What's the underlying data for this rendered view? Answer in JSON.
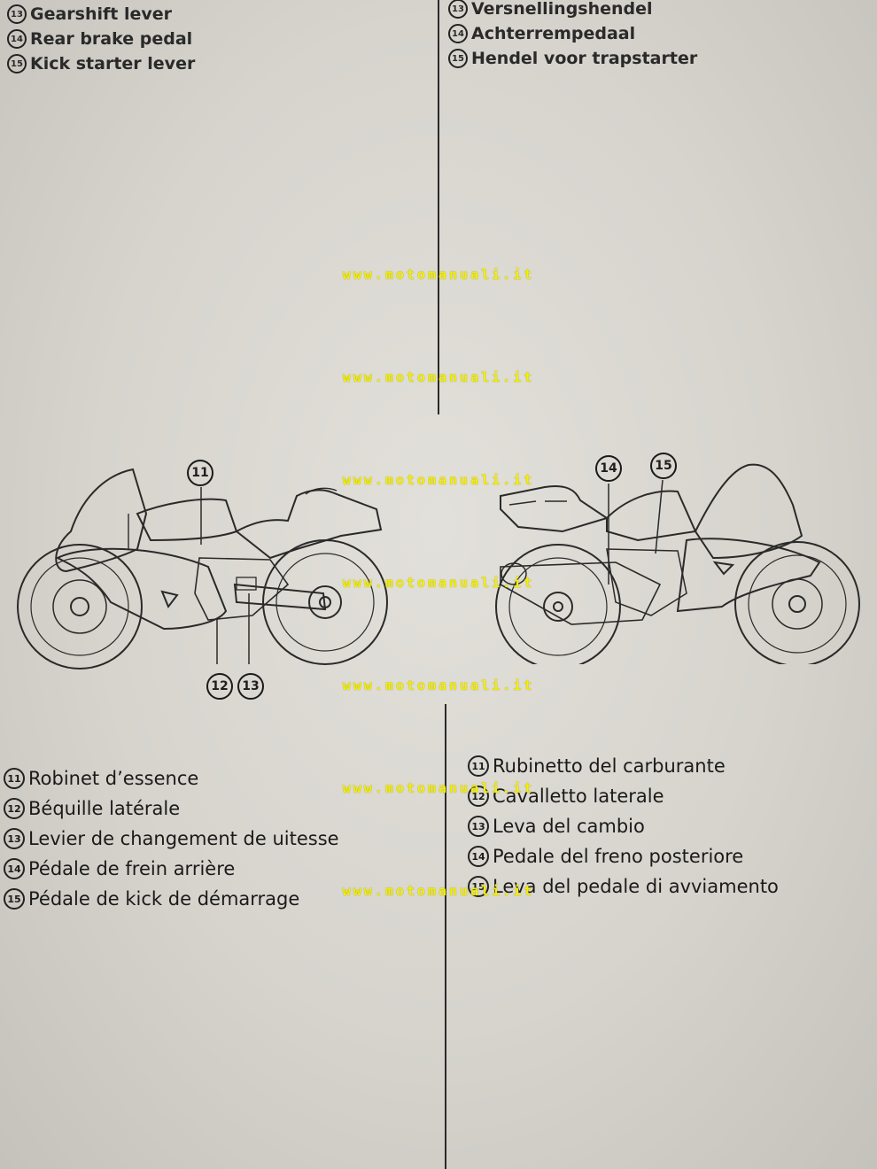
{
  "top_left_items": [
    {
      "number": "13",
      "label": "Gearshift lever"
    },
    {
      "number": "14",
      "label": "Rear brake pedal"
    },
    {
      "number": "15",
      "label": "Kick starter lever"
    }
  ],
  "top_right_items": [
    {
      "number": "13",
      "label": "Versnellingshendel"
    },
    {
      "number": "14",
      "label": "Achterrempedaal"
    },
    {
      "number": "15",
      "label": "Hendel voor trapstarter"
    }
  ],
  "bottom_left_items": [
    {
      "number": "11",
      "label": "Robinet d’essence"
    },
    {
      "number": "12",
      "label": "Béquille latérale"
    },
    {
      "number": "13",
      "label": "Levier de changement de uitesse"
    },
    {
      "number": "14",
      "label": "Pédale de frein arrière"
    },
    {
      "number": "15",
      "label": "Pédale de kick de démarrage"
    }
  ],
  "bottom_right_items": [
    {
      "number": "11",
      "label": "Rubinetto del carburante"
    },
    {
      "number": "12",
      "label": "Cavalletto laterale"
    },
    {
      "number": "13",
      "label": "Leva del cambio"
    },
    {
      "number": "14",
      "label": "Pedale del freno posteriore"
    },
    {
      "number": "15",
      "label": "Leva del pedale di avviamento"
    }
  ],
  "diagram_callouts": {
    "left": [
      "11",
      "12",
      "13"
    ],
    "right": [
      "14",
      "15"
    ]
  },
  "watermark": "www.motomanuali.it",
  "colors": {
    "watermark": "#f2ee05",
    "paper": "#dad8d1",
    "ink": "#1e1e1e"
  }
}
